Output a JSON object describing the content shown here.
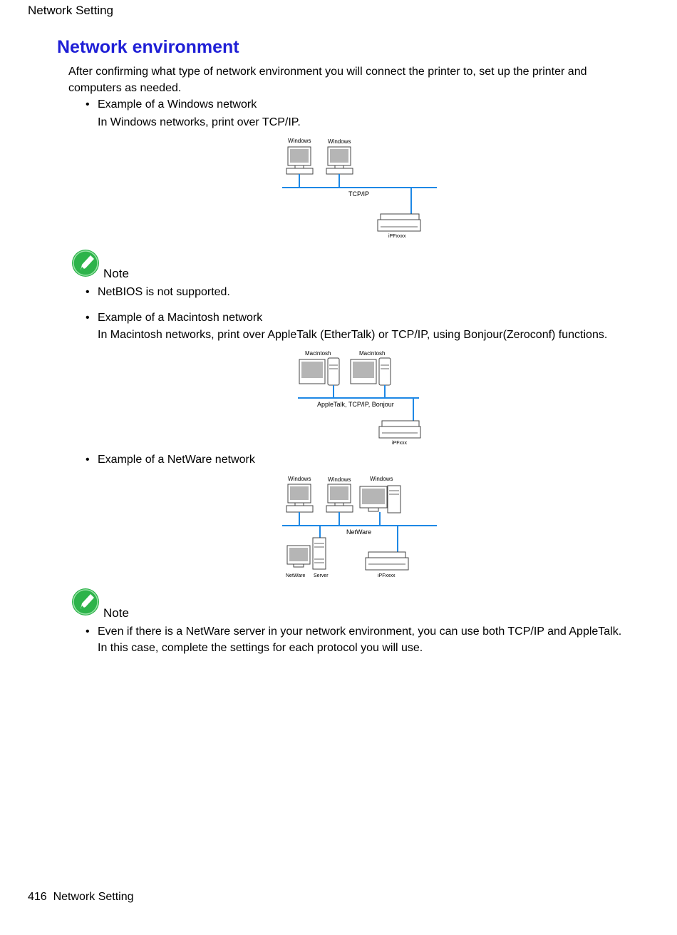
{
  "header": {
    "title": "Network Setting"
  },
  "page_title": "Network environment",
  "intro": {
    "line1": "After confirming what type of network environment you will connect the printer to, set up the printer and",
    "line2": "computers as needed."
  },
  "windows_example": {
    "heading": "Example of a Windows network",
    "desc": "In Windows networks, print over TCP/IP.",
    "diagram": {
      "pc1": "Windows",
      "pc2": "Windows",
      "network": "TCP/IP",
      "printer": "iPFxxxx"
    }
  },
  "note1": {
    "label": "Note",
    "item": "NetBIOS is not supported."
  },
  "mac_example": {
    "heading": "Example of a Macintosh network",
    "desc": "In Macintosh networks, print over AppleTalk (EtherTalk) or TCP/IP, using Bonjour(Zeroconf) functions.",
    "diagram": {
      "mac1": "Macintosh",
      "mac2": "Macintosh",
      "network": "AppleTalk, TCP/IP, Bonjour",
      "printer": "iPFxxx"
    }
  },
  "netware_example": {
    "heading": "Example of a NetWare network",
    "diagram": {
      "pc1": "Windows",
      "pc2": "Windows",
      "pc3": "Windows",
      "network": "NetWare",
      "server_left": "NetWare",
      "server_right": "Server",
      "printer": "iPFxxxx"
    }
  },
  "note2": {
    "label": "Note",
    "line1": "Even if there is a NetWare server in your network environment, you can use both TCP/IP and AppleTalk.",
    "line2": "In this case, complete the settings for each protocol you will use."
  },
  "footer": {
    "page_number": "416",
    "section": "Network Setting"
  },
  "colors": {
    "title": "#1f1fd6",
    "network_line": "#1e88e5",
    "note_icon": "#2db34a"
  },
  "icons": {
    "note": "pencil-note-icon",
    "bullet": "bullet-dot"
  }
}
